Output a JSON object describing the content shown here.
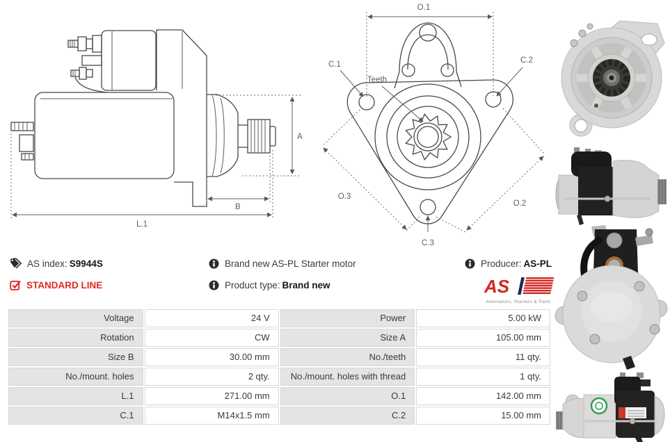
{
  "colors": {
    "accent_red": "#e22a22",
    "logo_red": "#d22620",
    "logo_navy": "#1c2b4d",
    "table_label_bg": "#e4e4e4",
    "drawing_line": "#474747",
    "text": "#3b3b3b"
  },
  "info": {
    "as_index_label": "AS index:",
    "as_index_value": "S9944S",
    "standard_line": "STANDARD LINE",
    "brand_new_text": "Brand new AS-PL Starter motor",
    "product_type_label": "Product type:",
    "product_type_value": "Brand new",
    "producer_label": "Producer:",
    "producer_value": "AS-PL"
  },
  "logo": {
    "text": "AS",
    "tagline": "Alternators, Starters & Parts"
  },
  "diagram_side": {
    "dim_a": "A",
    "dim_b": "B",
    "dim_l1": "L.1"
  },
  "diagram_front": {
    "dim_o1": "O.1",
    "dim_o2": "O.2",
    "dim_o3": "O.3",
    "dim_c1": "C.1",
    "dim_c2": "C.2",
    "dim_c3": "C.3",
    "teeth_label": "Teeth"
  },
  "photos": [
    "starter-motor-front-view-photo",
    "starter-motor-side-view-photo",
    "starter-motor-rear-solenoid-photo",
    "starter-motor-angle-view-photo"
  ],
  "spec_table": {
    "rows": [
      {
        "label1": "Voltage",
        "value1": "24 V",
        "label2": "Power",
        "value2": "5.00 kW"
      },
      {
        "label1": "Rotation",
        "value1": "CW",
        "label2": "Size A",
        "value2": "105.00 mm"
      },
      {
        "label1": "Size B",
        "value1": "30.00 mm",
        "label2": "No./teeth",
        "value2": "11 qty."
      },
      {
        "label1": "No./mount. holes",
        "value1": "2 qty.",
        "label2": "No./mount. holes with thread",
        "value2": "1 qty."
      },
      {
        "label1": "L.1",
        "value1": "271.00 mm",
        "label2": "O.1",
        "value2": "142.00 mm"
      },
      {
        "label1": "C.1",
        "value1": "M14x1.5 mm",
        "label2": "C.2",
        "value2": "15.00 mm"
      }
    ]
  }
}
